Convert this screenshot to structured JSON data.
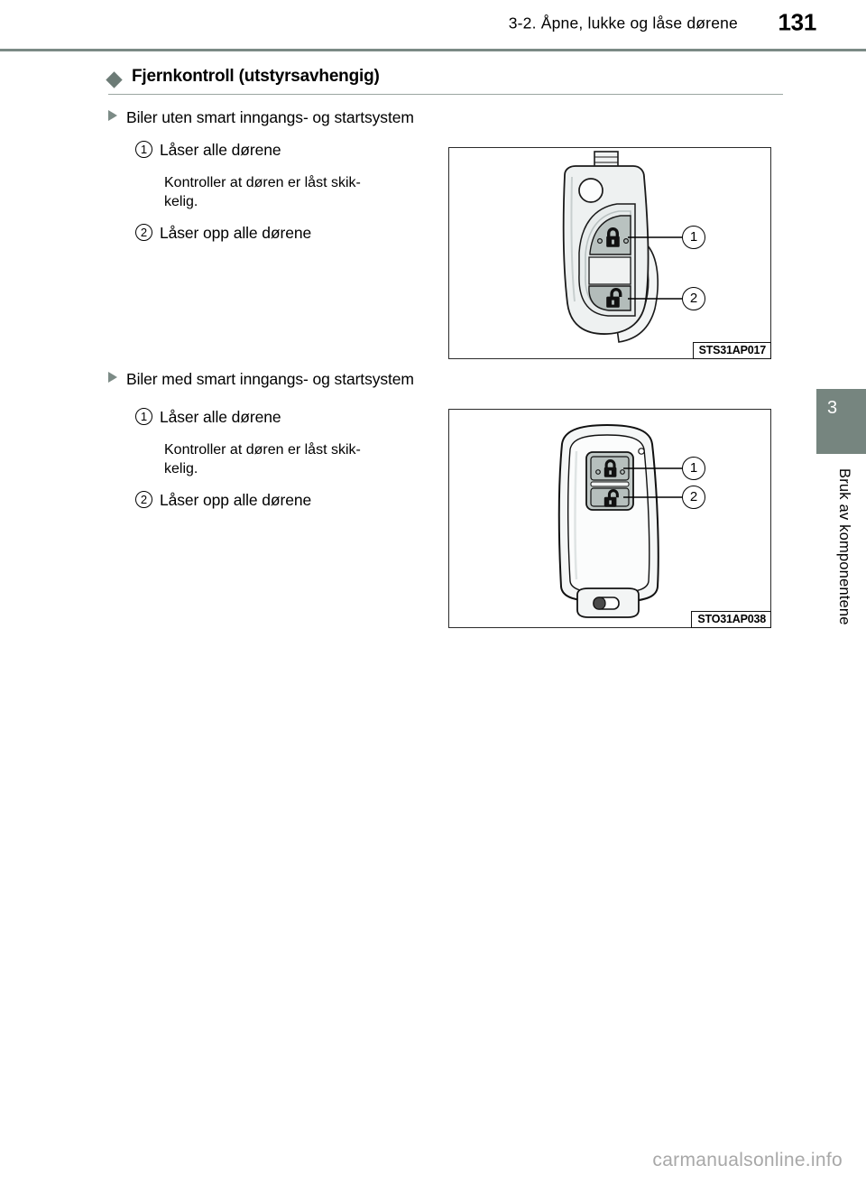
{
  "header": {
    "breadcrumb": "3-2. Åpne, lukke og låse dørene",
    "page_number": "131",
    "rule_color": "#7b8a85"
  },
  "section": {
    "bullet": "diamond-bullet",
    "title": "Fjernkontroll (utstyrsavhengig)"
  },
  "blocks": [
    {
      "sub_heading": "Biler uten smart inngangs- og startsystem",
      "marker": "triangle-bullet",
      "items": [
        {
          "number": "1",
          "label": "Låser alle dørene"
        },
        {
          "number": "2",
          "label": "Låser opp alle dørene"
        }
      ],
      "note_line1": "Kontroller at døren er låst skik-",
      "note_line2": "kelig.",
      "figure": {
        "code": "STS31AP017",
        "type": "flip-key-remote",
        "callouts": [
          {
            "number": "1",
            "target": "lock-button"
          },
          {
            "number": "2",
            "target": "unlock-button"
          }
        ]
      }
    },
    {
      "sub_heading": "Biler med smart inngangs- og startsystem",
      "marker": "triangle-bullet",
      "items": [
        {
          "number": "1",
          "label": "Låser alle dørene"
        },
        {
          "number": "2",
          "label": "Låser opp alle dørene"
        }
      ],
      "note_line1": "Kontroller at døren er låst skik-",
      "note_line2": "kelig.",
      "figure": {
        "code": "STO31AP038",
        "type": "smart-key-fob",
        "callouts": [
          {
            "number": "1",
            "target": "lock-button"
          },
          {
            "number": "2",
            "target": "unlock-button"
          }
        ]
      }
    }
  ],
  "margin_tab": {
    "chapter_number": "3",
    "chapter_label": "Bruk av komponentene",
    "color": "#76857f"
  },
  "watermark": "carmanualsonline.info"
}
